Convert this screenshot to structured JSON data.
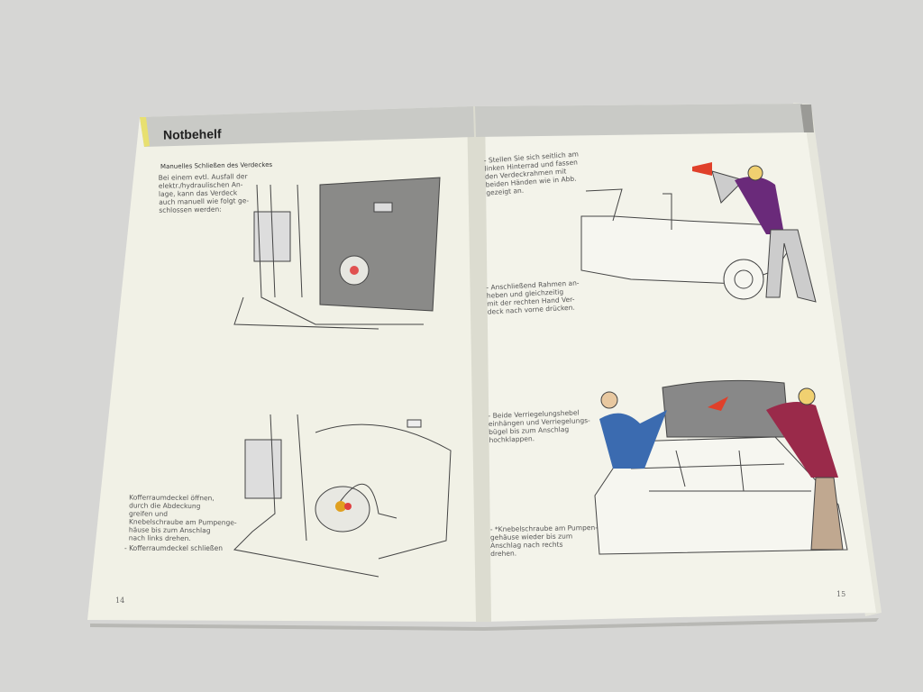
{
  "left_page": {
    "header_title": "Notbehelf",
    "section_heading": "Manuelles Schließen des Verdeckes",
    "intro": "Bei einem evtl. Ausfall der\nelektr./hydraulischen An-\nlage, kann das Verdeck\nauch manuell wie folgt ge-\nschlossen werden:",
    "step_trunk": "Kofferraumdeckel öffnen,\ndurch die Abdeckung\ngreifen und\nKnebelschraube am Pumpenge-\nhäuse bis zum Anschlag\nnach links drehen.",
    "step_close": "- Kofferraumdeckel schließen",
    "page_number": "14"
  },
  "right_page": {
    "step1": "- Stellen Sie sich seitlich am\nlinken Hinterrad und fassen\nden Verdeckrahmen mit\nbeiden Händen wie in Abb.\ngezeigt an.",
    "step2": "- Anschließend Rahmen an-\nheben und gleichzeitig\nmit der rechten Hand Ver-\ndeck nach vorne drücken.",
    "step3": "- Beide Verriegelungshebel\neinhängen und Verriegelungs-\nbügel bis zum Anschlag\nhochklappen.",
    "step4": "- *Knebelschraube am Pumpen-\ngehäuse wieder bis zum\nAnschlag nach rechts\ndrehen.",
    "page_number": "15"
  },
  "colors": {
    "background": "#d6d6d4",
    "page": "#f1f1e6",
    "header_band": "#c9cac6",
    "accent_yellow": "#e8e070",
    "shirt_purple": "#6a2a7a",
    "shirt_blue": "#3b6bb0",
    "shirt_red": "#9a2a4a",
    "arrow_red": "#e0402a"
  }
}
